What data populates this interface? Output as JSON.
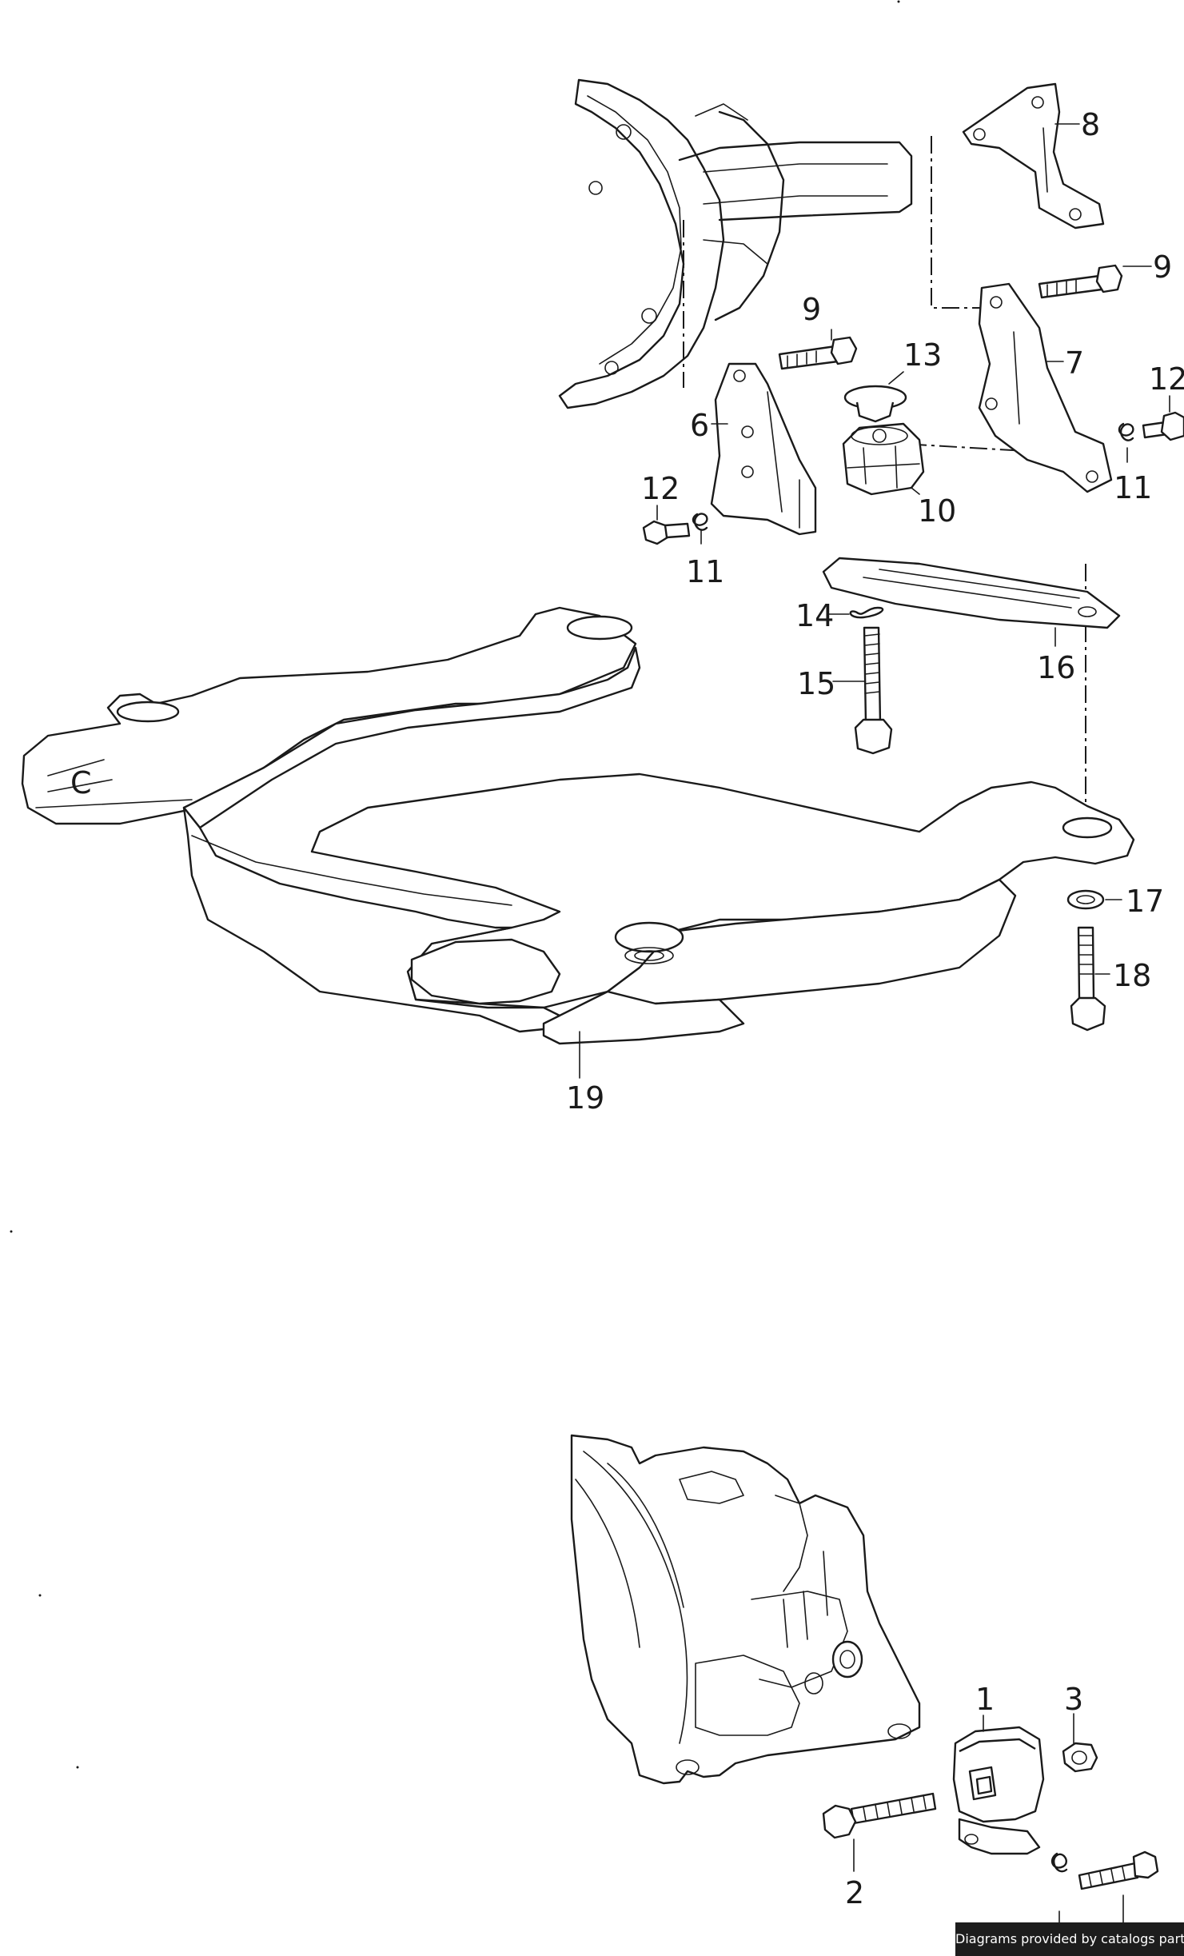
{
  "diagram": {
    "upper_assembly": {
      "callouts": [
        {
          "id": "c8",
          "label": "8"
        },
        {
          "id": "c9a",
          "label": "9"
        },
        {
          "id": "c9b",
          "label": "9"
        },
        {
          "id": "c7",
          "label": "7"
        },
        {
          "id": "c13",
          "label": "13"
        },
        {
          "id": "c12a",
          "label": "12"
        },
        {
          "id": "c6",
          "label": "6"
        },
        {
          "id": "c11a",
          "label": "11"
        },
        {
          "id": "c10",
          "label": "10"
        },
        {
          "id": "c12b",
          "label": "12"
        },
        {
          "id": "c11b",
          "label": "11"
        },
        {
          "id": "c14",
          "label": "14"
        },
        {
          "id": "c15",
          "label": "15"
        },
        {
          "id": "c16",
          "label": "16"
        },
        {
          "id": "c17",
          "label": "17"
        },
        {
          "id": "c18",
          "label": "18"
        },
        {
          "id": "c19",
          "label": "19"
        }
      ]
    },
    "lower_assembly": {
      "callouts": [
        {
          "id": "c1",
          "label": "1"
        },
        {
          "id": "c3",
          "label": "3"
        },
        {
          "id": "c2",
          "label": "2"
        }
      ]
    },
    "subframe_mark": "C"
  },
  "footer": {
    "credit": "Diagrams provided by catalogs parts"
  }
}
